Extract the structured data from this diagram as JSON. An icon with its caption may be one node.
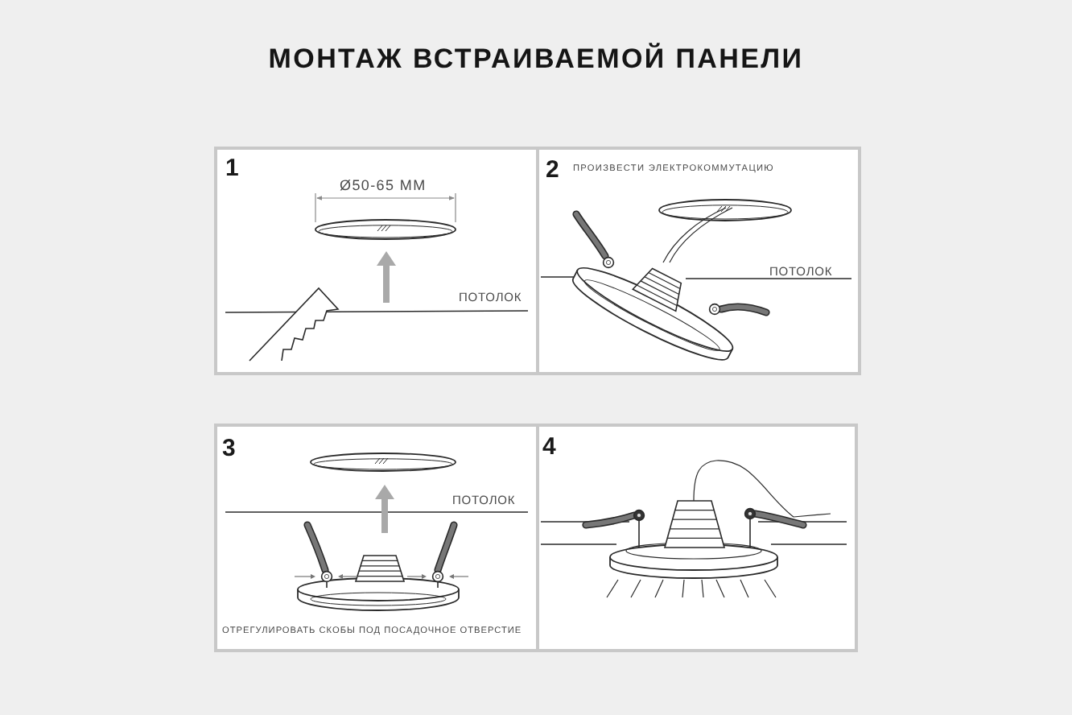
{
  "diagram": {
    "title": "МОНТАЖ ВСТРАИВАЕМОЙ ПАНЕЛИ",
    "nodes": [
      {
        "text": [
          "1",
          "Ø50-65 ММ",
          "ПОТОЛОК"
        ]
      },
      {
        "text": [
          "2",
          "ПРОИЗВЕСТИ ЭЛЕКТРОКОММУТАЦИЮ",
          "ПОТОЛОК"
        ]
      },
      {
        "text": [
          "3",
          "ПОТОЛОК",
          "ОТРЕГУЛИРОВАТЬ СКОБЫ ПОД ПОСАДОЧНОЕ ОТВЕРСТИЕ"
        ]
      },
      {
        "text": [
          "4"
        ]
      }
    ]
  }
}
